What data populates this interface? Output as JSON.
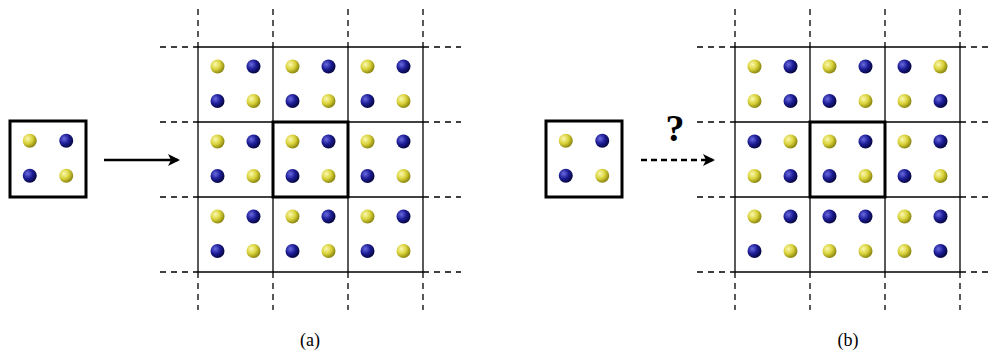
{
  "diagram": {
    "labels": [
      "(a)",
      "(b)",
      "?"
    ]
  }
}
